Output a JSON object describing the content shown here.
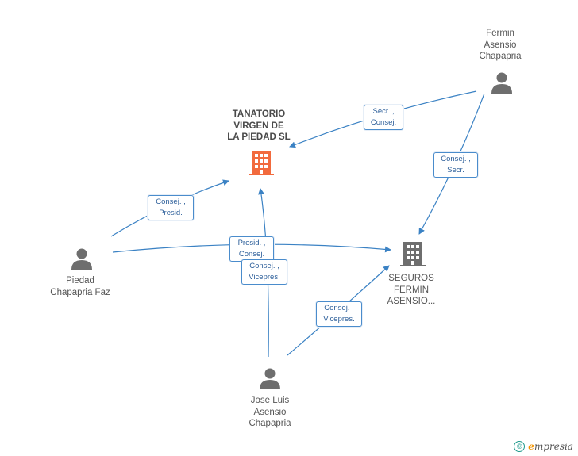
{
  "nodes": {
    "tanatorio": {
      "label": "TANATORIO\nVIRGEN DE\nLA PIEDAD SL"
    },
    "seguros": {
      "label": "SEGUROS\nFERMIN\nASENSIO..."
    },
    "fermin": {
      "label": "Fermin\nAsensio\nChapapria"
    },
    "piedad": {
      "label": "Piedad\nChapapria Faz"
    },
    "jose": {
      "label": "Jose Luis\nAsensio\nChapapria"
    }
  },
  "edges": {
    "fermin_tanatorio": "Secr. ,\nConsej.",
    "fermin_seguros": "Consej. ,\nSecr.",
    "piedad_tanatorio": "Consej. ,\nPresid.",
    "piedad_seguros": "Presid. ,\nConsej.",
    "jose_tanatorio": "Consej. ,\nVicepres.",
    "jose_seguros": "Consej. ,\nVicepres."
  },
  "colors": {
    "main_company": "#f26a3d",
    "company": "#6e6e6e",
    "person": "#6e6e6e",
    "edge": "#3b82c4"
  },
  "footer": {
    "copyright_symbol": "©",
    "brand_first": "e",
    "brand_rest": "mpresia"
  }
}
